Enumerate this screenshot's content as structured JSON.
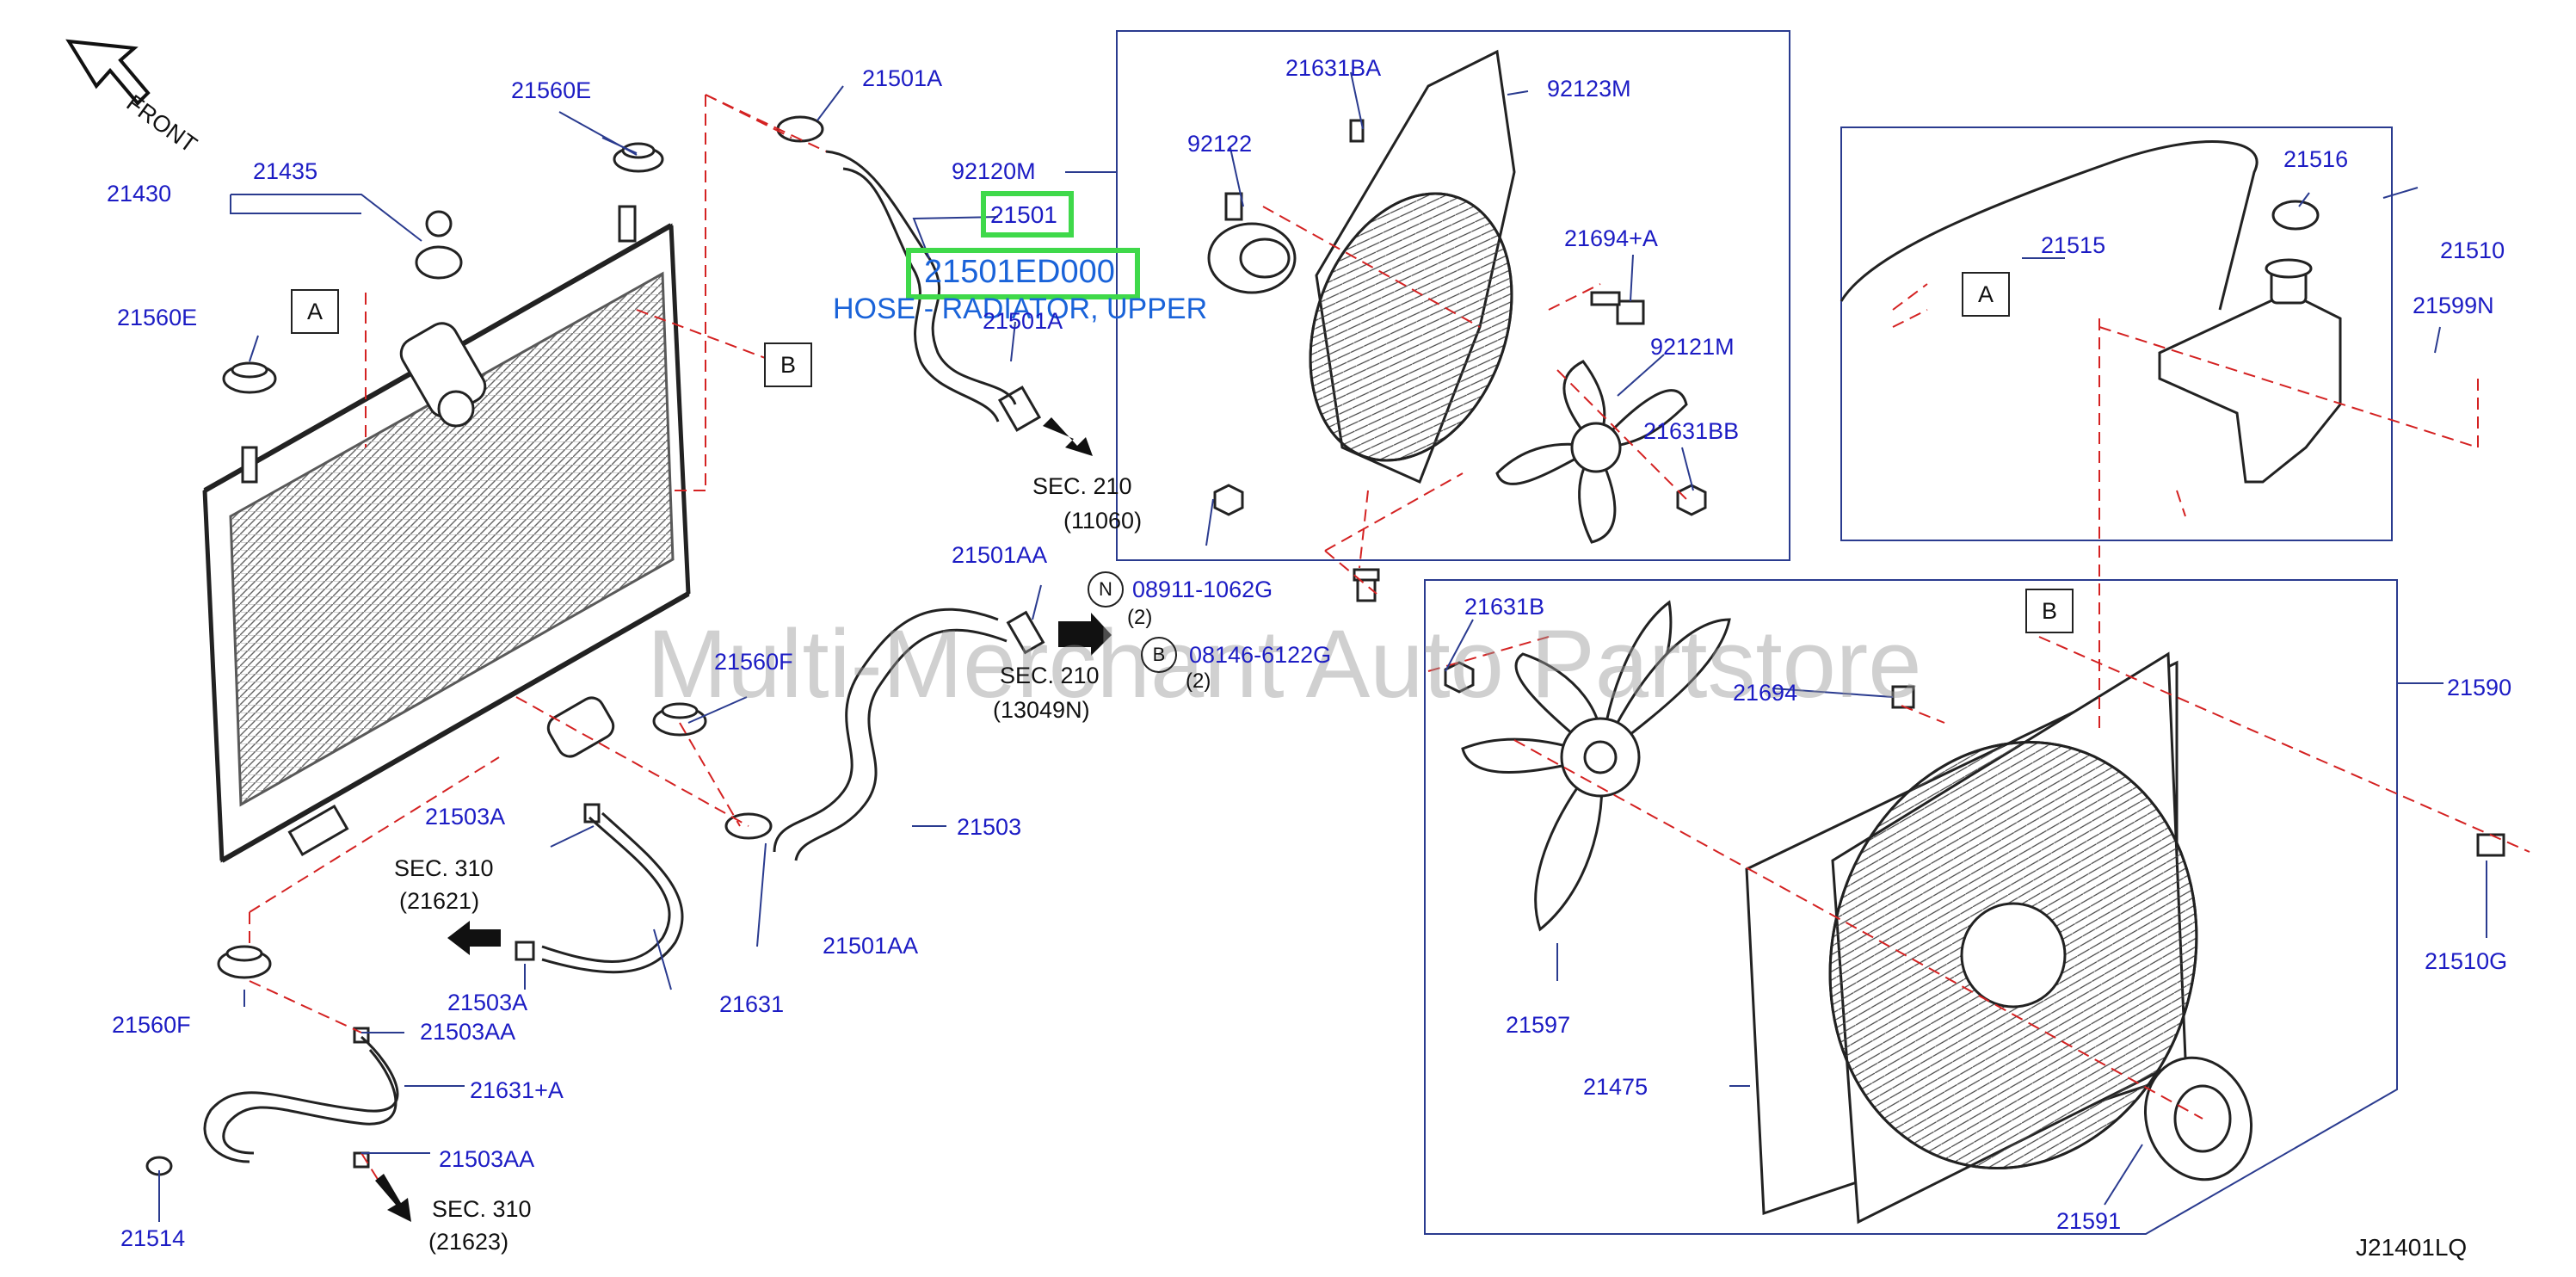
{
  "front_label": "FRONT",
  "diagram_code": "J21401LQ",
  "watermark": "Multi-Merchant Auto Partstore",
  "highlight": {
    "part_number": "21501ED000",
    "description": "HOSE - RADIATOR, UPPER",
    "callout": "21501"
  },
  "view_markers": {
    "a_left": "A",
    "b_left": "B",
    "a_right": "A",
    "b_right": "B"
  },
  "notes": {
    "n": "N",
    "b": "B"
  },
  "parts": {
    "p21560E_top": "21560E",
    "p21501A_top": "21501A",
    "p21430": "21430",
    "p21435": "21435",
    "p21560E_left": "21560E",
    "p21501A_mid": "21501A",
    "p92120M": "92120M",
    "p21631BA": "21631BA",
    "p92123M": "92123M",
    "p92122": "92122",
    "p21694A": "21694+A",
    "p92121M": "92121M",
    "p21631BB": "21631BB",
    "p21516": "21516",
    "p21515": "21515",
    "p21510": "21510",
    "p21599N": "21599N",
    "p21501AA_top": "21501AA",
    "p08911": "08911-1062G",
    "p08911_qty": "(2)",
    "p08146": "08146-6122G",
    "p08146_qty": "(2)",
    "p21631B": "21631B",
    "p21694": "21694",
    "p21590": "21590",
    "p21560F_right": "21560F",
    "p21503A_top": "21503A",
    "p21503": "21503",
    "p21501AA_low": "21501AA",
    "p21503A_low": "21503A",
    "p21631": "21631",
    "p21560F_left": "21560F",
    "p21503AA_a": "21503AA",
    "p21631A": "21631+A",
    "p21503AA_b": "21503AA",
    "p21514": "21514",
    "p21597": "21597",
    "p21475": "21475",
    "p21591": "21591",
    "p21510G": "21510G"
  },
  "sections": {
    "sec210a_line1": "SEC.  210",
    "sec210a_line2": "(11060)",
    "sec210b_line1": "SEC.  210",
    "sec210b_line2": "(13049N)",
    "sec310a_line1": "SEC.  310",
    "sec310a_line2": "(21621)",
    "sec310b_line1": "SEC.  310",
    "sec310b_line2": "(21623)"
  }
}
